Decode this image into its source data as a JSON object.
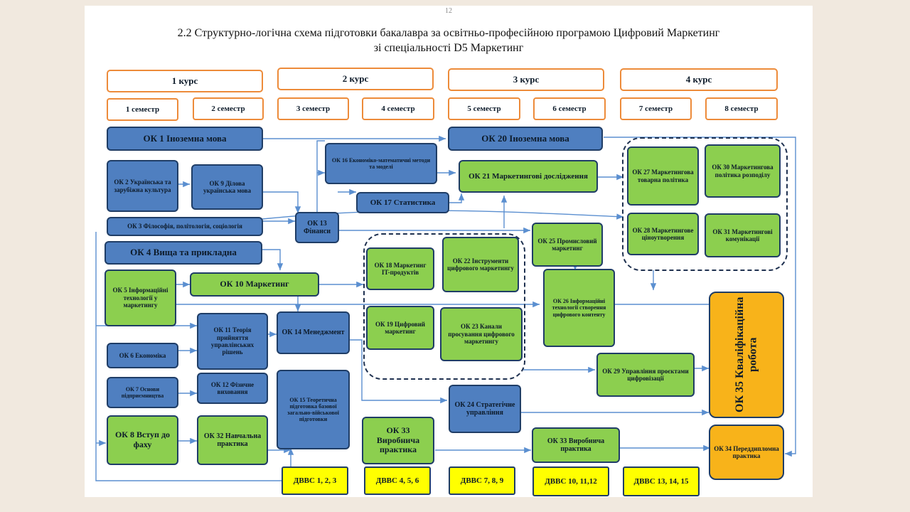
{
  "page_number": "12",
  "title_line1": "2.2 Структурно-логічна схема підготовки бакалавра за освітньо-професійною програмою Цифровий Маркетинг",
  "title_line2": "зі спеціальності D5 Маркетинг",
  "courses": [
    "1 курс",
    "2 курс",
    "3 курс",
    "4 курс"
  ],
  "semesters": [
    "1 семестр",
    "2 семестр",
    "3 семестр",
    "4 семестр",
    "5 семестр",
    "6 семестр",
    "7 семестр",
    "8 семестр"
  ],
  "colors": {
    "blue": "#4f7fc0",
    "green": "#8ccf4f",
    "gold": "#f8b31a",
    "yellow": "#ffff00",
    "orange_border": "#ed8b3a",
    "line": "#5b8fd0"
  },
  "boxes": {
    "ok1": "ОК 1 Іноземна мова",
    "ok2": "ОК 2 Українська та зарубіжна культура",
    "ok3": "ОК 3 Філософія, політологія, соціологія",
    "ok4": "ОК 4 Вища та прикладна",
    "ok5": "ОК 5 Інформаційні технології у маркетингу",
    "ok6": "ОК 6 Економіка",
    "ok7": "ОК 7 Основи підприємництва",
    "ok8": "ОК 8 Вступ до фаху",
    "ok9": "ОК 9 Ділова українська мова",
    "ok10": "ОК 10 Маркетинг",
    "ok11": "ОК 11 Теорія прийняття управлінських рішень",
    "ok12": "ОК 12 Фізичне виховання",
    "ok13": "ОК 13 Фінанси",
    "ok14": "ОК 14 Менеджмент",
    "ok15": "ОК 15 Теоретична підготовка базової загально-військової підготовки",
    "ok16": "ОК 16 Економіко-математичні методи та моделі",
    "ok17": "ОК 17 Статистика",
    "ok18": "ОК 18 Маркетинг IT-продуктів",
    "ok19": "ОК 19 Цифровий маркетинг",
    "ok20": "ОК 20 Іноземна мова",
    "ok21": "ОК 21 Маркетингові дослідження",
    "ok22": "ОК 22 Інструменти цифрового маркетингу",
    "ok23": "ОК 23 Канали просування цифрового маркетингу",
    "ok24": "ОК 24 Стратегічне управління",
    "ok25": "ОК 25 Промисловий маркетинг",
    "ok26": "ОК 26 Інформаційні технології створення цифрового контенту",
    "ok27": "ОК 27 Маркетингова товарна політика",
    "ok28": "ОК 28 Маркетингове ціноутворення",
    "ok29": "ОК 29 Управління проєктами цифровізації",
    "ok30": "ОК 30 Маркетингова політика розподілу",
    "ok31": "ОК 31 Маркетингові комунікації",
    "ok32": "ОК 32 Навчальна практика",
    "ok33a": "ОК 33 Виробнича практика",
    "ok33b": "ОК 33 Виробнича практика",
    "ok34": "ОК 34 Переддипломна практика",
    "ok35": "ОК 35 Кваліфікаційна робота"
  },
  "dvvs": [
    "ДВВС 1, 2, 3",
    "ДВВС 4, 5, 6",
    "ДВВС 7, 8, 9",
    "ДВВС 10, 11,12",
    "ДВВС 13, 14, 15"
  ]
}
